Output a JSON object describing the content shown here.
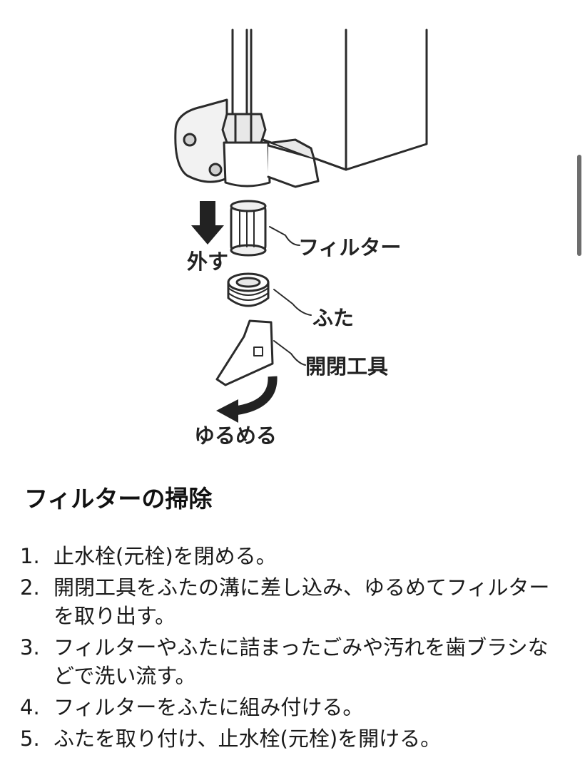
{
  "illustration": {
    "labels": {
      "remove": "外す",
      "filter": "フィルター",
      "cap": "ふた",
      "tool": "開閉工具",
      "loosen": "ゆるめる"
    }
  },
  "section": {
    "title": "フィルターの掃除"
  },
  "steps": [
    {
      "num": "1.",
      "text": "止水栓(元栓)を閉める。"
    },
    {
      "num": "2.",
      "text": "開閉工具をふたの溝に差し込み、ゆるめてフィルターを取り出す。"
    },
    {
      "num": "3.",
      "text": "フィルターやふたに詰まったごみや汚れを歯ブラシなどで洗い流す。"
    },
    {
      "num": "4.",
      "text": "フィルターをふたに組み付ける。"
    },
    {
      "num": "5.",
      "text": "ふたを取り付け、止水栓(元栓)を開ける。"
    }
  ]
}
